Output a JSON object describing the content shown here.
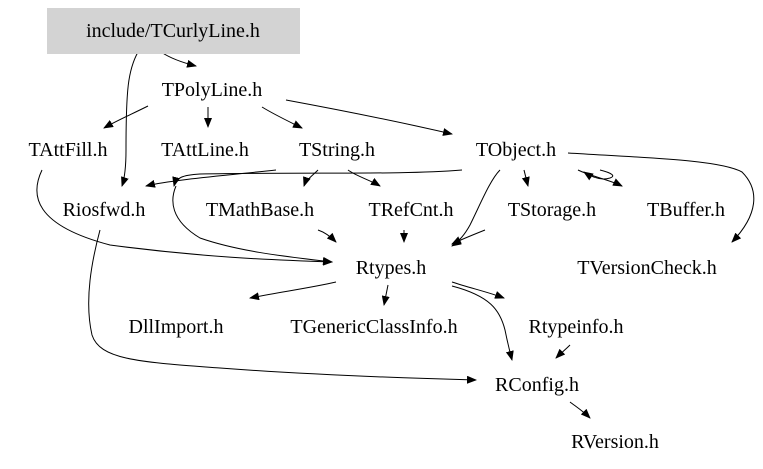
{
  "graph": {
    "root": "include/TCurlyLine.h",
    "colors": {
      "root_fill": "#d3d3d3",
      "edge": "#000000",
      "text": "#000000",
      "background": "#ffffff"
    },
    "nodes": [
      {
        "id": "tcurlyline",
        "label": "include/TCurlyLine.h",
        "root": true
      },
      {
        "id": "tpolyline",
        "label": "TPolyLine.h"
      },
      {
        "id": "tattfill",
        "label": "TAttFill.h"
      },
      {
        "id": "tattline",
        "label": "TAttLine.h"
      },
      {
        "id": "tstring",
        "label": "TString.h"
      },
      {
        "id": "tobject",
        "label": "TObject.h"
      },
      {
        "id": "riosfwd",
        "label": "Riosfwd.h"
      },
      {
        "id": "tmathbase",
        "label": "TMathBase.h"
      },
      {
        "id": "trefcnt",
        "label": "TRefCnt.h"
      },
      {
        "id": "tstorage",
        "label": "TStorage.h"
      },
      {
        "id": "tbuffer",
        "label": "TBuffer.h"
      },
      {
        "id": "rtypes",
        "label": "Rtypes.h"
      },
      {
        "id": "tversioncheck",
        "label": "TVersionCheck.h"
      },
      {
        "id": "dllimport",
        "label": "DllImport.h"
      },
      {
        "id": "tgenericclassinfo",
        "label": "TGenericClassInfo.h"
      },
      {
        "id": "rtypeinfo",
        "label": "Rtypeinfo.h"
      },
      {
        "id": "rconfig",
        "label": "RConfig.h"
      },
      {
        "id": "rversion",
        "label": "RVersion.h"
      }
    ],
    "edges": [
      {
        "from": "tcurlyline",
        "to": "tpolyline"
      },
      {
        "from": "tcurlyline",
        "to": "riosfwd"
      },
      {
        "from": "tpolyline",
        "to": "tattfill"
      },
      {
        "from": "tpolyline",
        "to": "tattline"
      },
      {
        "from": "tpolyline",
        "to": "tstring"
      },
      {
        "from": "tpolyline",
        "to": "tobject"
      },
      {
        "from": "tattfill",
        "to": "rtypes"
      },
      {
        "from": "tattline",
        "to": "riosfwd"
      },
      {
        "from": "tstring",
        "to": "tmathbase"
      },
      {
        "from": "tstring",
        "to": "trefcnt"
      },
      {
        "from": "tobject",
        "to": "riosfwd"
      },
      {
        "from": "tobject",
        "to": "rtypes"
      },
      {
        "from": "tobject",
        "to": "tstorage"
      },
      {
        "from": "tobject",
        "to": "tbuffer"
      },
      {
        "from": "tobject",
        "to": "tversioncheck"
      },
      {
        "from": "tobject",
        "to": "rtypes"
      },
      {
        "from": "riosfwd",
        "to": "rconfig"
      },
      {
        "from": "tmathbase",
        "to": "rtypes"
      },
      {
        "from": "trefcnt",
        "to": "rtypes"
      },
      {
        "from": "tstorage",
        "to": "rtypes"
      },
      {
        "from": "rtypes",
        "to": "dllimport"
      },
      {
        "from": "rtypes",
        "to": "tgenericclassinfo"
      },
      {
        "from": "rtypes",
        "to": "rtypeinfo"
      },
      {
        "from": "rtypes",
        "to": "rconfig"
      },
      {
        "from": "rtypeinfo",
        "to": "rconfig"
      },
      {
        "from": "rconfig",
        "to": "rversion"
      },
      {
        "from": "tversioncheck",
        "to": "rversion"
      }
    ]
  }
}
